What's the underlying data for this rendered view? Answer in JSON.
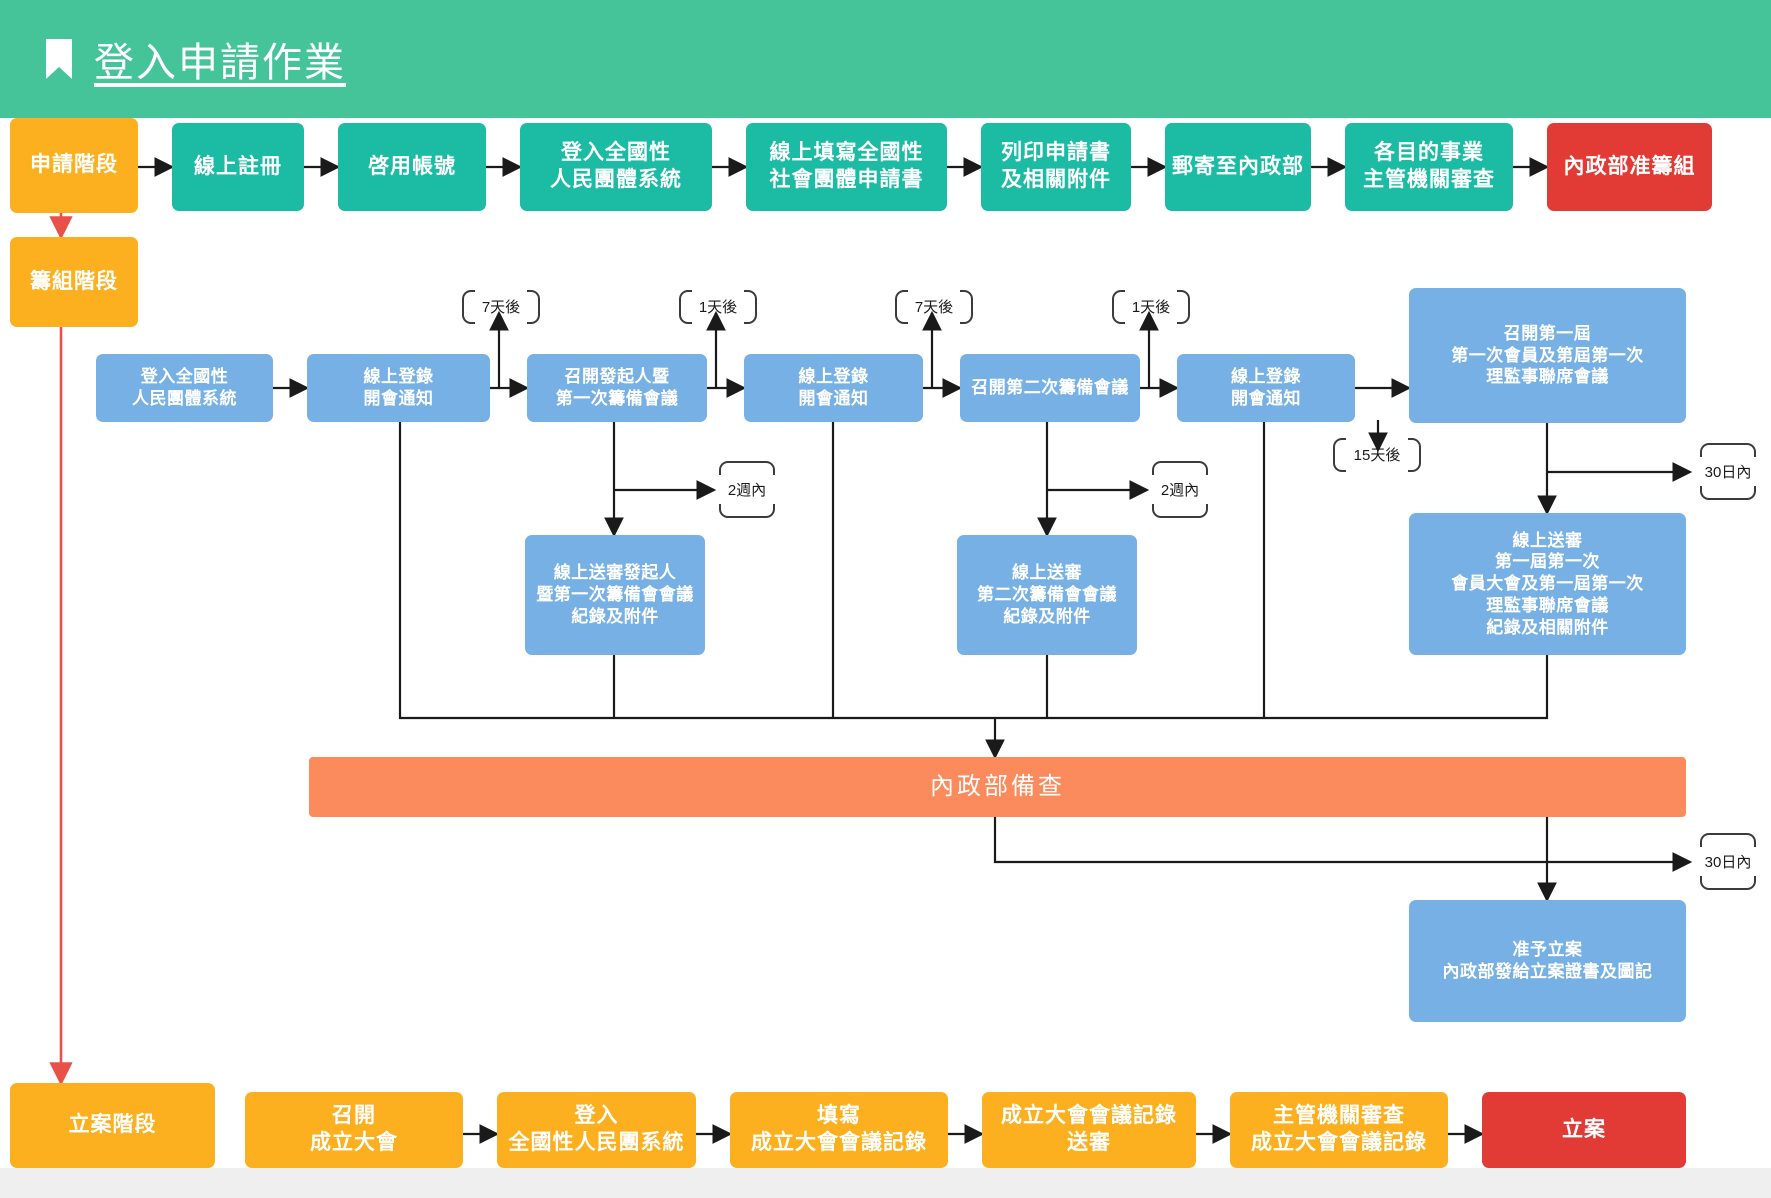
{
  "header": {
    "title": "登入申請作業",
    "icon": "bookmark-icon",
    "bg_color": "#45c49a"
  },
  "colors": {
    "teal": "#1cbba4",
    "orange": "#fcb01f",
    "blue": "#77b0e4",
    "red": "#e23b35",
    "salmon": "#fb8b5d",
    "header_green": "#45c49a",
    "arrow_black": "#1a1a1a",
    "arrow_red": "#e8504a"
  },
  "stages": [
    {
      "label": "申請階段",
      "color": "orange"
    },
    {
      "label": "籌組階段",
      "color": "orange"
    },
    {
      "label": "立案階段",
      "color": "orange"
    }
  ],
  "row_apply": [
    {
      "label": "線上註冊",
      "color": "teal"
    },
    {
      "label": "啓用帳號",
      "color": "teal"
    },
    {
      "label": "登入全國性\n人民團體系統",
      "color": "teal"
    },
    {
      "label": "線上填寫全國性\n社會團體申請書",
      "color": "teal"
    },
    {
      "label": "列印申請書\n及相關附件",
      "color": "teal"
    },
    {
      "label": "郵寄至內政部",
      "color": "teal"
    },
    {
      "label": "各目的事業\n主管機關審查",
      "color": "teal"
    },
    {
      "label": "內政部准籌組",
      "color": "red"
    }
  ],
  "row_prepare": [
    {
      "label": "登入全國性\n人民團體系統",
      "color": "blue"
    },
    {
      "label": "線上登錄\n開會通知",
      "color": "blue"
    },
    {
      "label": "召開發起人暨\n第一次籌備會議",
      "color": "blue"
    },
    {
      "label": "線上登錄\n開會通知",
      "color": "blue"
    },
    {
      "label": "召開第二次籌備會議",
      "color": "blue"
    },
    {
      "label": "線上登錄\n開會通知",
      "color": "blue"
    },
    {
      "label": "召開第一屆\n第一次會員及第屆第一次\n理監事聯席會議",
      "color": "blue"
    }
  ],
  "submit_nodes": [
    {
      "label": "線上送審發起人\n暨第一次籌備會會議\n紀錄及附件",
      "color": "blue"
    },
    {
      "label": "線上送審\n第二次籌備會會議\n紀錄及附件",
      "color": "blue"
    },
    {
      "label": "線上送審\n第一屆第一次\n會員大會及第一屆第一次\n理監事聯席會議\n紀錄及相關附件",
      "color": "blue"
    }
  ],
  "banner": {
    "label": "內政部備查",
    "color": "salmon"
  },
  "approval": {
    "label": "准予立案\n內政部發給立案證書及圖記",
    "color": "blue"
  },
  "annotations": [
    {
      "id": "ann-7day-1",
      "label": "7天後",
      "style": "side"
    },
    {
      "id": "ann-1day-1",
      "label": "1天後",
      "style": "side"
    },
    {
      "id": "ann-7day-2",
      "label": "7天後",
      "style": "side"
    },
    {
      "id": "ann-1day-2",
      "label": "1天後",
      "style": "side"
    },
    {
      "id": "ann-15day",
      "label": "15天後",
      "style": "side"
    },
    {
      "id": "ann-2week-1",
      "label": "2週內",
      "style": "vert"
    },
    {
      "id": "ann-2week-2",
      "label": "2週內",
      "style": "vert"
    },
    {
      "id": "ann-30day-1",
      "label": "30日內",
      "style": "vert"
    },
    {
      "id": "ann-30day-2",
      "label": "30日內",
      "style": "vert"
    }
  ],
  "row_register": [
    {
      "label": "召開\n成立大會",
      "color": "orange"
    },
    {
      "label": "登入\n全國性人民團系統",
      "color": "orange"
    },
    {
      "label": "填寫\n成立大會會議記錄",
      "color": "orange"
    },
    {
      "label": "成立大會會議記錄\n送審",
      "color": "orange"
    },
    {
      "label": "主管機關審查\n成立大會會議記錄",
      "color": "orange"
    },
    {
      "label": "立案",
      "color": "red"
    }
  ]
}
